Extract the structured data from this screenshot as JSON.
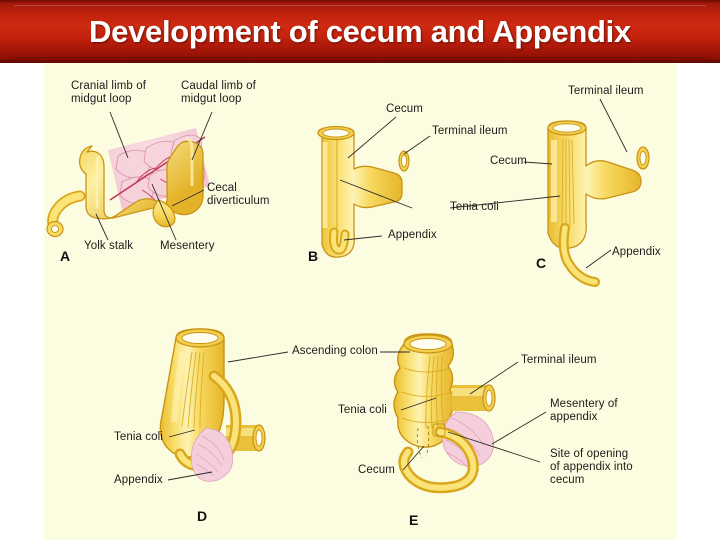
{
  "title": {
    "text": "Development of cecum and Appendix",
    "bar_color": "#c0210c",
    "text_color": "#ffffff"
  },
  "slide": {
    "background": "#ffffff",
    "panel_background": "#fcfce0"
  },
  "figure": {
    "panels": [
      {
        "letter": "A",
        "labels": [
          "Cranial limb of\nmidgut loop",
          "Caudal limb of\nmidgut loop",
          "Cecal\ndiverticulum",
          "Yolk stalk",
          "Mesentery"
        ]
      },
      {
        "letter": "B",
        "labels": [
          "Cecum",
          "Terminal ileum",
          "Tenia coli",
          "Appendix"
        ]
      },
      {
        "letter": "C",
        "labels": [
          "Terminal ileum",
          "Cecum",
          "Appendix"
        ]
      },
      {
        "letter": "D",
        "labels": [
          "Ascending colon",
          "Tenia coli",
          "Appendix"
        ]
      },
      {
        "letter": "E",
        "labels": [
          "Terminal ileum",
          "Mesentery of\nappendix",
          "Site of opening\nof appendix into\ncecum",
          "Tenia coli",
          "Cecum"
        ]
      }
    ],
    "labels_flat": {
      "a_cranial_limb": "Cranial limb of\nmidgut loop",
      "a_caudal_limb": "Caudal limb of\nmidgut loop",
      "a_cecal_diverticulum": "Cecal\ndiverticulum",
      "a_yolk_stalk": "Yolk stalk",
      "a_mesentery": "Mesentery",
      "a_letter": "A",
      "b_cecum": "Cecum",
      "b_terminal_ileum": "Terminal ileum",
      "bc_tenia_coli": "Tenia coli",
      "b_appendix": "Appendix",
      "b_letter": "B",
      "c_terminal_ileum": "Terminal ileum",
      "c_cecum": "Cecum",
      "c_appendix": "Appendix",
      "c_letter": "C",
      "d_ascending_colon": "Ascending colon",
      "d_tenia_coli": "Tenia coli",
      "d_appendix": "Appendix",
      "d_letter": "D",
      "de_tenia_coli": "Tenia coli",
      "de_cecum": "Cecum",
      "e_terminal_ileum": "Terminal ileum",
      "e_mesentery_of_appendix": "Mesentery of\nappendix",
      "e_site_of_opening": "Site of opening\nof appendix into\ncecum",
      "e_letter": "E"
    },
    "colors": {
      "gut_fill": "#f8dc62",
      "gut_highlight": "#fdf0a8",
      "gut_shadow": "#e8bb2f",
      "gut_outline": "#c99416",
      "mesentery_pink": "#f6cfd8",
      "vessel_red": "#c03a58",
      "lumen_white": "#fffdf0"
    }
  }
}
